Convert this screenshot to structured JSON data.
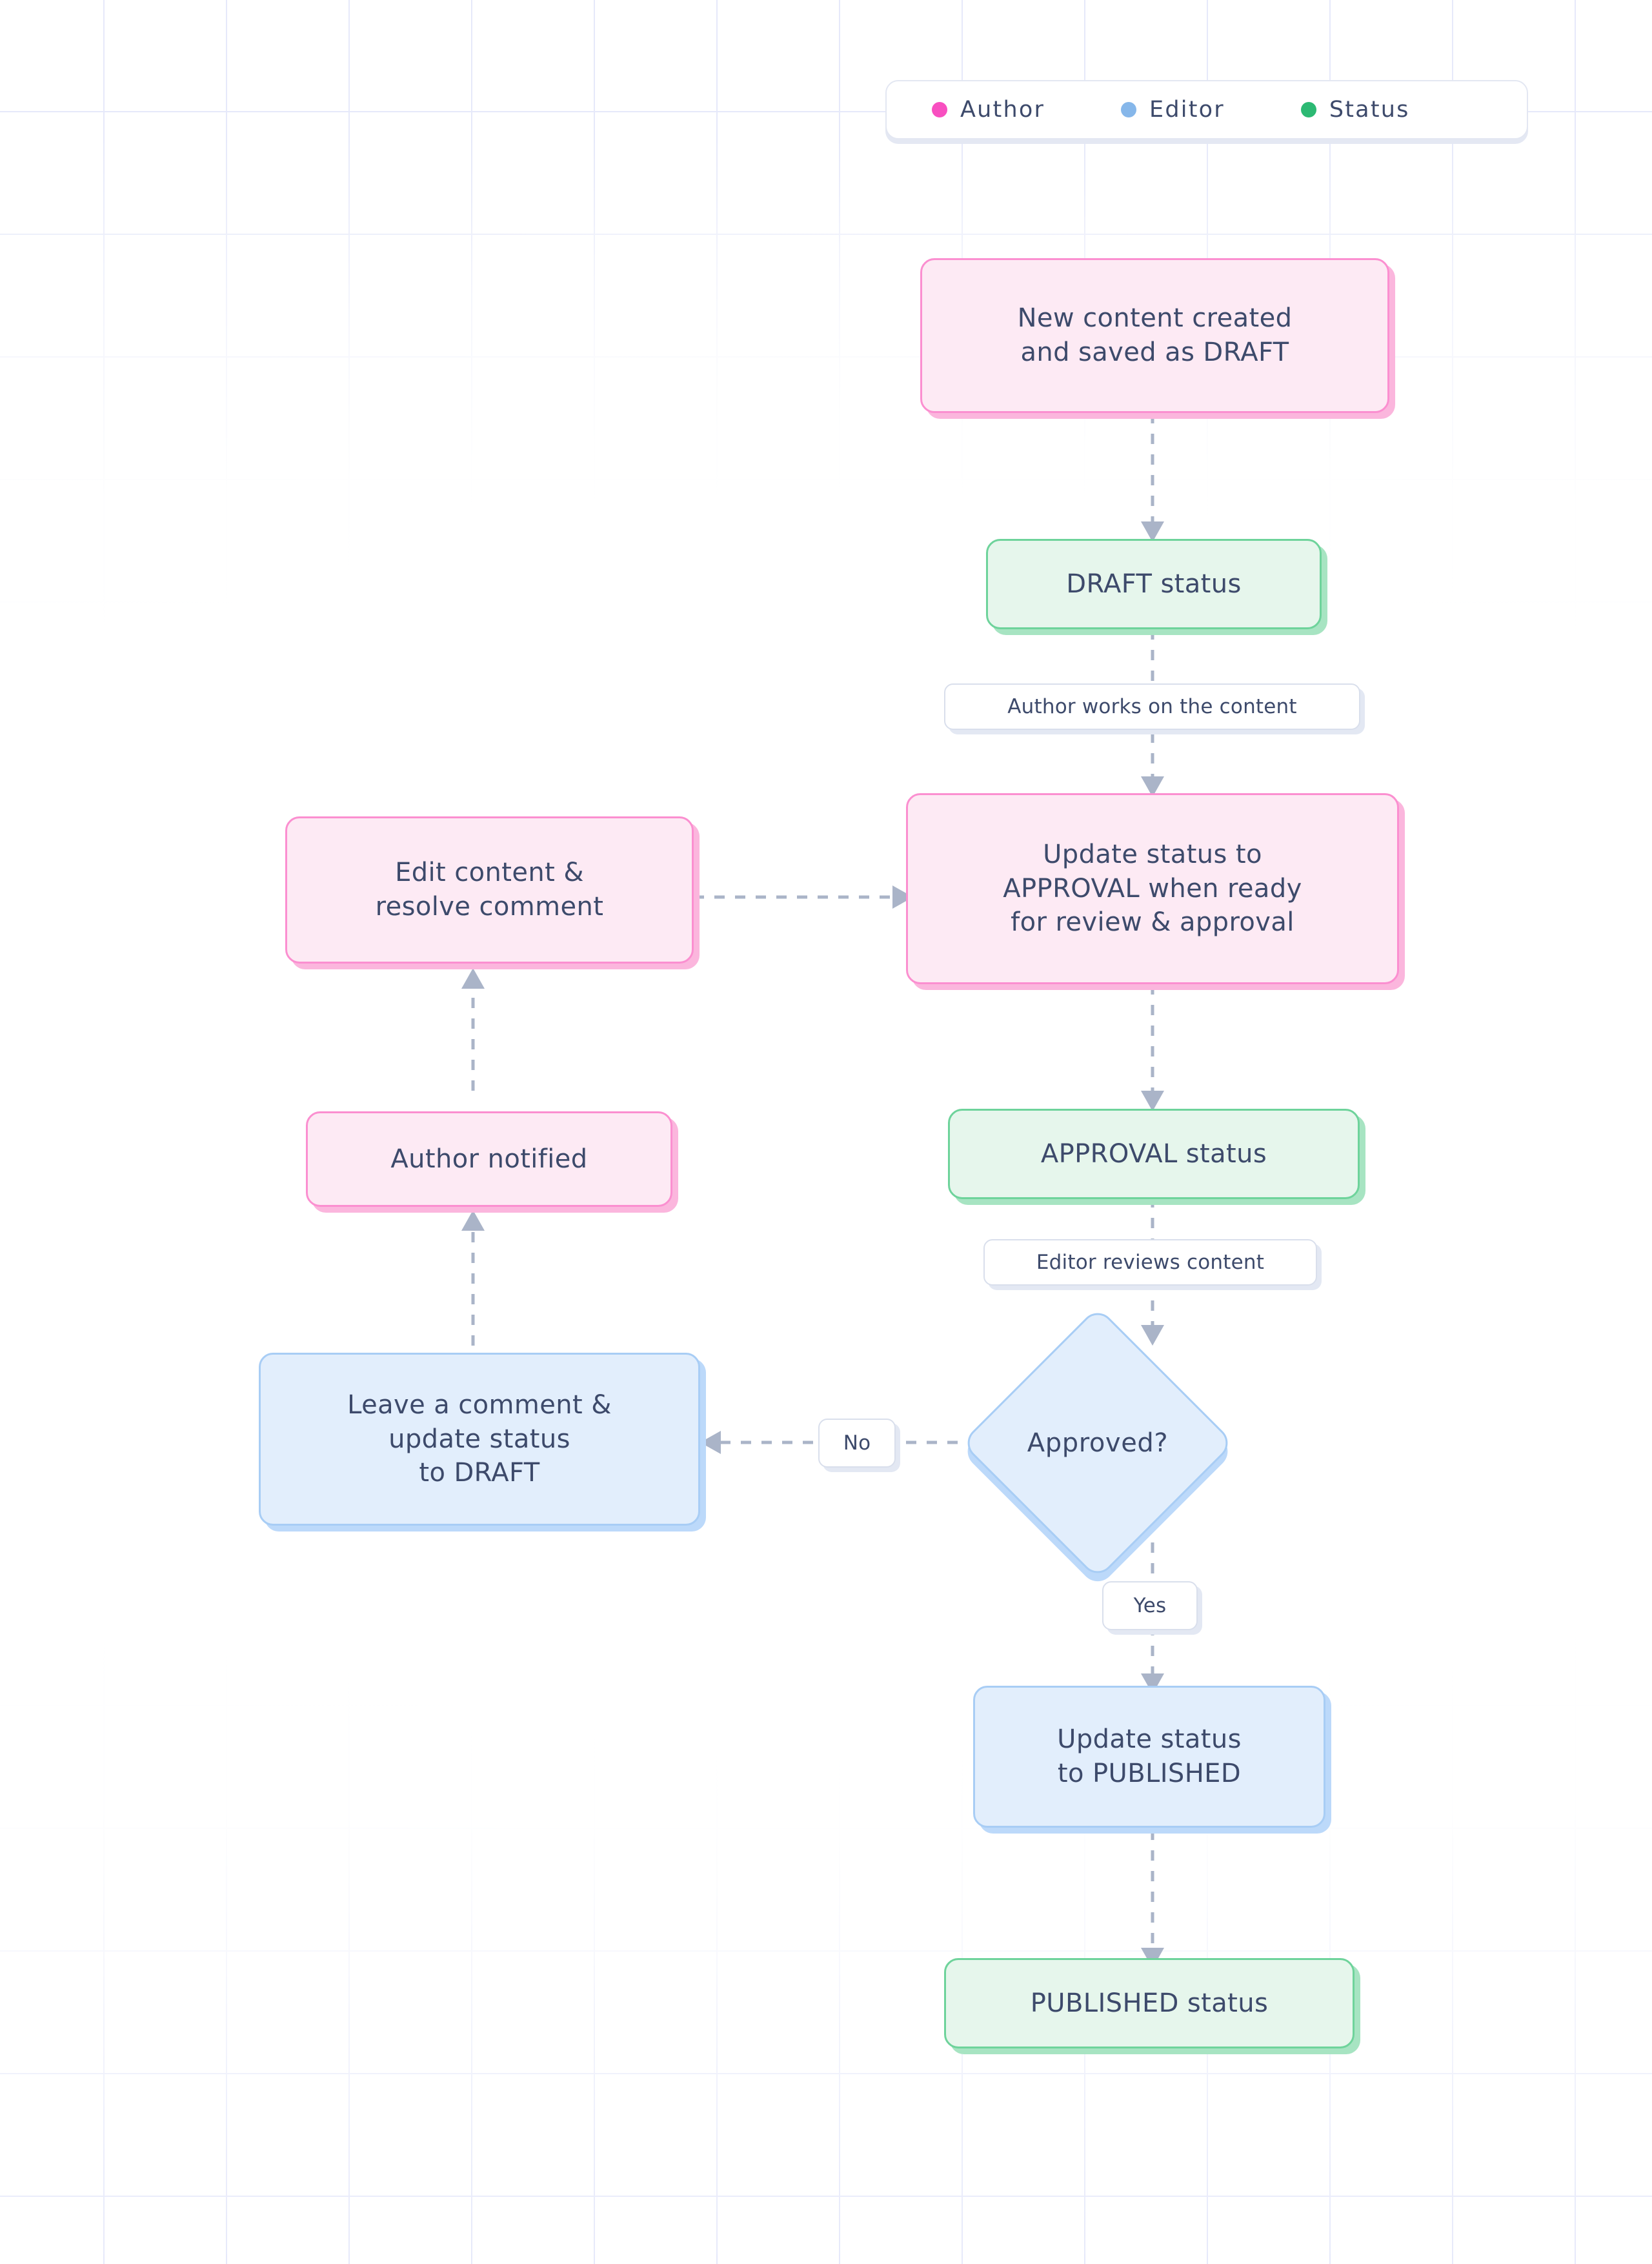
{
  "legend": {
    "items": [
      {
        "label": "Author",
        "color": "#f84fc0",
        "icon": "dot-icon"
      },
      {
        "label": "Editor",
        "color": "#86b7ea",
        "icon": "dot-icon"
      },
      {
        "label": "Status",
        "color": "#2cb973",
        "icon": "dot-icon"
      }
    ]
  },
  "nodes": {
    "new_content": {
      "label": "New content created\nand saved as DRAFT",
      "role": "Author",
      "color": "#fdeaf4"
    },
    "draft_status": {
      "label": "DRAFT status",
      "role": "Status",
      "color": "#e6f6ec"
    },
    "update_approval": {
      "label": "Update status to\nAPPROVAL when ready\nfor review & approval",
      "role": "Author",
      "color": "#fdeaf4"
    },
    "edit_content": {
      "label": "Edit content &\nresolve comment",
      "role": "Author",
      "color": "#fdeaf4"
    },
    "author_notified": {
      "label": "Author notified",
      "role": "Author",
      "color": "#fdeaf4"
    },
    "approval_status": {
      "label": "APPROVAL status",
      "role": "Status",
      "color": "#e6f6ec"
    },
    "leave_comment": {
      "label": "Leave a comment &\nupdate status\nto DRAFT",
      "role": "Editor",
      "color": "#e2eefc"
    },
    "approved_decision": {
      "label": "Approved?",
      "role": "Editor",
      "color": "#e2eefc"
    },
    "update_published": {
      "label": "Update status\nto PUBLISHED",
      "role": "Editor",
      "color": "#e2eefc"
    },
    "published_status": {
      "label": "PUBLISHED status",
      "role": "Status",
      "color": "#e6f6ec"
    }
  },
  "edge_labels": {
    "author_works": "Author works on the content",
    "editor_reviews": "Editor reviews content",
    "no": "No",
    "yes": "Yes"
  },
  "colors": {
    "text": "#3d4a6b",
    "connector": "#aab4c8",
    "author_fill": "#fdeaf4",
    "author_border": "#fb8fd0",
    "status_fill": "#e6f6ec",
    "status_border": "#6ed39b",
    "editor_fill": "#e2eefc",
    "editor_border": "#a8cdf5",
    "grid": "#e6e9fa"
  }
}
